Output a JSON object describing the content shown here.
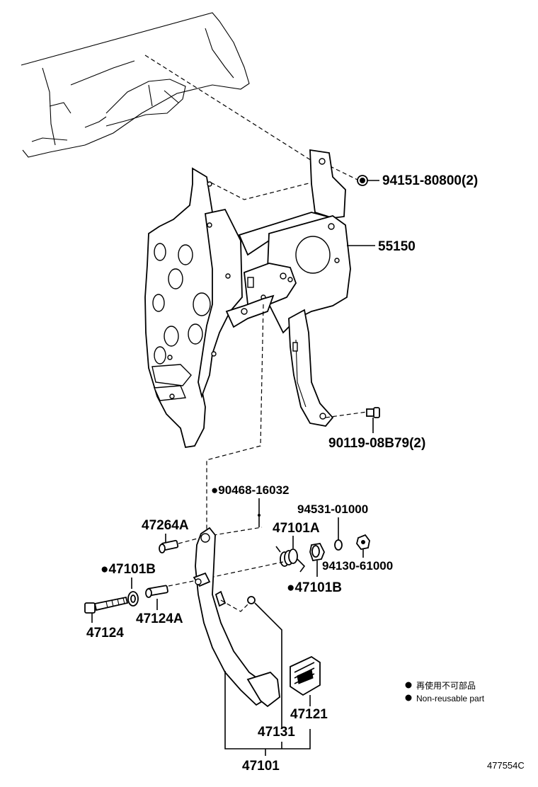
{
  "labels": {
    "nut_94151": "94151-80800(2)",
    "bracket_55150": "55150",
    "bolt_90119": "90119-08B79(2)",
    "pin_90468": "●90468-16032",
    "washer_94531": "94531-01000",
    "collar_47264a": "47264A",
    "bushing_47101a": "47101A",
    "nut_94130": "94130-61000",
    "bushing_47101b_left": "●47101B",
    "bushing_47101b_right": "●47101B",
    "bolt_47124": "47124",
    "collar_47124a": "47124A",
    "pad_47121": "47121",
    "arm_47131": "47131",
    "pedal_assy_47101": "47101"
  },
  "legend": {
    "jp": "再使用不可部品",
    "en": "Non-reusable part"
  },
  "diagram_code": "477554C"
}
